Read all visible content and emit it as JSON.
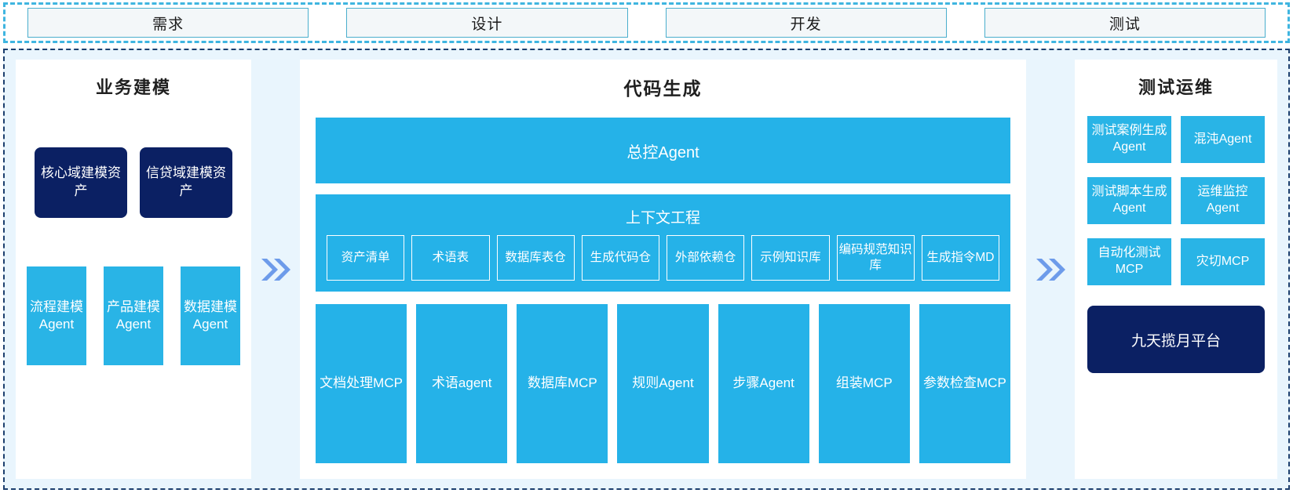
{
  "stages": {
    "items": [
      {
        "label": "需求"
      },
      {
        "label": "设计"
      },
      {
        "label": "开发"
      },
      {
        "label": "测试"
      }
    ]
  },
  "arrows": {
    "left_arrow": "»",
    "right_arrow": "»"
  },
  "colors": {
    "light_blue": "#25b2e8",
    "dark_navy": "#0b2063",
    "region_bg": "#e9f5fd",
    "arrow_blue": "#6d9bea",
    "stage_border": "#4aaecd"
  },
  "left_panel": {
    "title": "业务建模",
    "assets": [
      {
        "label": "核心域建模资产"
      },
      {
        "label": "信贷域建模资产"
      }
    ],
    "agents": [
      {
        "label": "流程建模Agent"
      },
      {
        "label": "产品建模Agent"
      },
      {
        "label": "数据建模Agent"
      }
    ]
  },
  "center_panel": {
    "title": "代码生成",
    "master_agent": "总控Agent",
    "context": {
      "title": "上下文工程",
      "items": [
        {
          "label": "资产清单"
        },
        {
          "label": "术语表"
        },
        {
          "label": "数据库表仓"
        },
        {
          "label": "生成代码仓"
        },
        {
          "label": "外部依赖仓"
        },
        {
          "label": "示例知识库"
        },
        {
          "label": "编码规范知识库"
        },
        {
          "label": "生成指令MD"
        }
      ]
    },
    "tools": [
      {
        "label": "文档处理MCP"
      },
      {
        "label": "术语agent"
      },
      {
        "label": "数据库MCP"
      },
      {
        "label": "规则Agent"
      },
      {
        "label": "步骤Agent"
      },
      {
        "label": "组装MCP"
      },
      {
        "label": "参数检查MCP"
      }
    ]
  },
  "right_panel": {
    "title": "测试运维",
    "items": [
      {
        "label": "测试案例生成Agent"
      },
      {
        "label": "混沌Agent"
      },
      {
        "label": "测试脚本生成Agent"
      },
      {
        "label": "运维监控Agent"
      },
      {
        "label": "自动化测试MCP"
      },
      {
        "label": "灾切MCP"
      }
    ],
    "platform": "九天揽月平台"
  }
}
